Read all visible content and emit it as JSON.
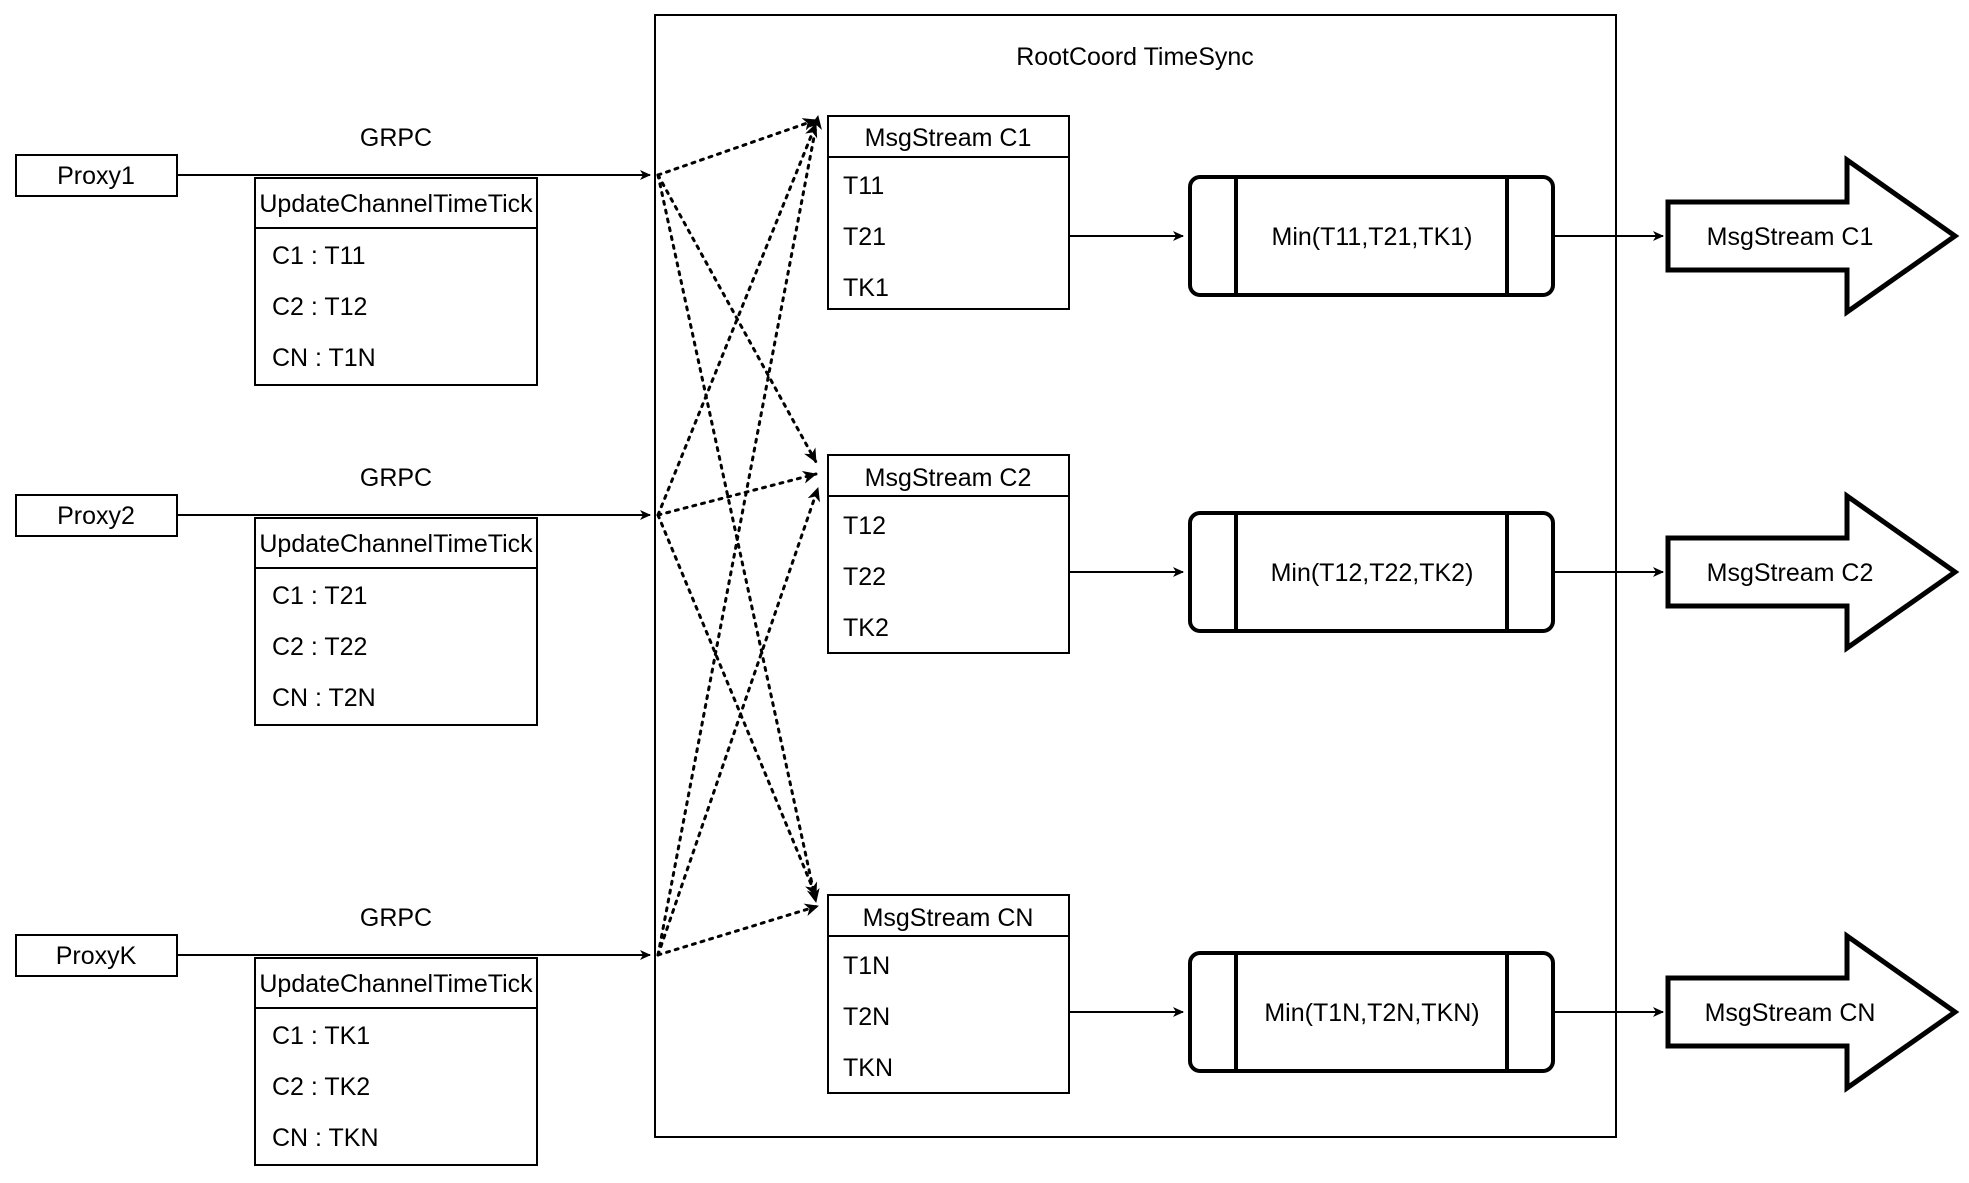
{
  "container": {
    "title": "RootCoord TimeSync"
  },
  "rows": [
    {
      "proxy": "Proxy1",
      "protocol_label": "GRPC",
      "request": {
        "header": "UpdateChannelTimeTick",
        "entries": [
          "C1 :  T11",
          "C2 :  T12",
          "CN : T1N"
        ]
      },
      "msgstream": {
        "header": "MsgStream C1",
        "entries": [
          "T11",
          "T21",
          "TK1"
        ]
      },
      "process": "Min(T11,T21,TK1)",
      "output": "MsgStream C1"
    },
    {
      "proxy": "Proxy2",
      "protocol_label": "GRPC",
      "request": {
        "header": "UpdateChannelTimeTick",
        "entries": [
          "C1 :  T21",
          "C2 :  T22",
          "CN : T2N"
        ]
      },
      "msgstream": {
        "header": "MsgStream C2",
        "entries": [
          "T12",
          "T22",
          "TK2"
        ]
      },
      "process": "Min(T12,T22,TK2)",
      "output": "MsgStream C2"
    },
    {
      "proxy": "ProxyK",
      "protocol_label": "GRPC",
      "request": {
        "header": "UpdateChannelTimeTick",
        "entries": [
          "C1 :  TK1",
          "C2 :  TK2",
          "CN : TKN"
        ]
      },
      "msgstream": {
        "header": "MsgStream CN",
        "entries": [
          "T1N",
          "T2N",
          "TKN"
        ]
      },
      "process": "Min(T1N,T2N,TKN)",
      "output": "MsgStream CN"
    }
  ],
  "colors": {
    "stroke": "#000000",
    "fill": "#ffffff"
  }
}
